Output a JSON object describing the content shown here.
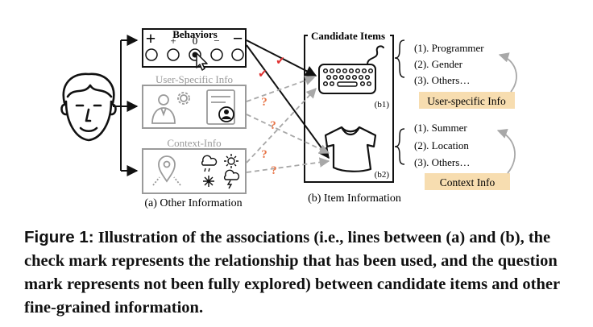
{
  "figure": {
    "behaviors": {
      "title": "Behaviors",
      "signs": [
        "+",
        "+",
        "0",
        "−",
        "−"
      ]
    },
    "user_specific_info": {
      "title": "User-Specific Info"
    },
    "context_info": {
      "title": "Context-Info"
    },
    "label_a": "(a)  Other Information",
    "candidate_items": {
      "title": "Candidate Items"
    },
    "label_b": "(b)  Item Information",
    "item_b1": {
      "tag": "(b1)",
      "attributes": [
        "(1). Programmer",
        "(2). Gender",
        "(3). Others…"
      ],
      "info_box": "User-specific Info"
    },
    "item_b2": {
      "tag": "(b2)",
      "attributes": [
        "(1). Summer",
        "(2). Location",
        "(3). Others…"
      ],
      "info_box": "Context Info"
    },
    "marks": {
      "check": "✔",
      "question": "?"
    },
    "colors": {
      "check_red": "#e03030",
      "question_orange": "#e8774a",
      "gray": "#9a9a9a",
      "info_box_fill": "#f7ddb0"
    }
  },
  "caption": {
    "label": "Figure 1:",
    "text": "Illustration of the associations (i.e., lines between (a) and (b), the check mark represents the relationship that has been used, and the question mark represents not been fully explored) between candidate items and other fine-grained information."
  }
}
